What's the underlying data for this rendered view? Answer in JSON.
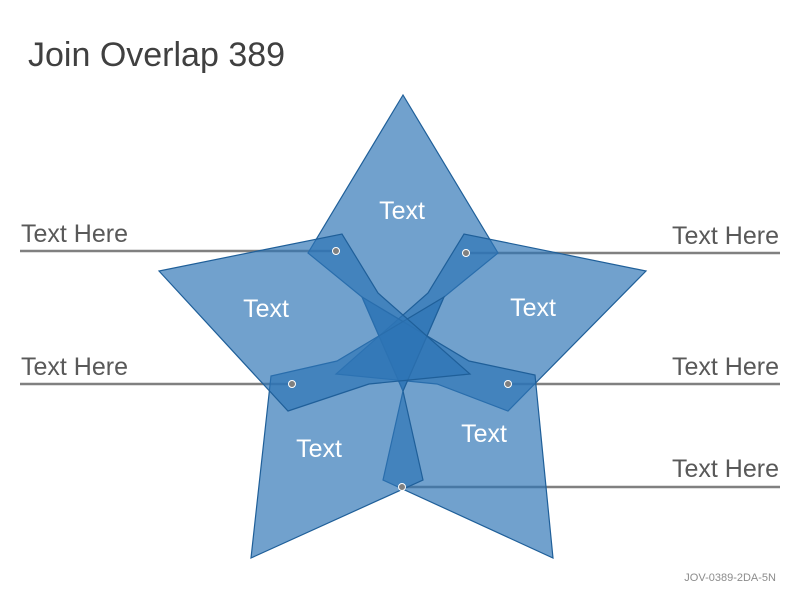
{
  "title": "Join Overlap 389",
  "colors": {
    "petal_fill": "#2E75B6",
    "petal_stroke": "#1F5F99",
    "leader_line": "#808080",
    "label_text": "#ffffff"
  },
  "segments": [
    {
      "label": "Text"
    },
    {
      "label": "Text"
    },
    {
      "label": "Text"
    },
    {
      "label": "Text"
    },
    {
      "label": "Text"
    }
  ],
  "callouts": {
    "left_top": "Text Here",
    "left_mid": "Text Here",
    "right_top": "Text Here",
    "right_mid": "Text Here",
    "right_bottom": "Text Here"
  },
  "footer_code": "JOV-0389-2DA-5N"
}
